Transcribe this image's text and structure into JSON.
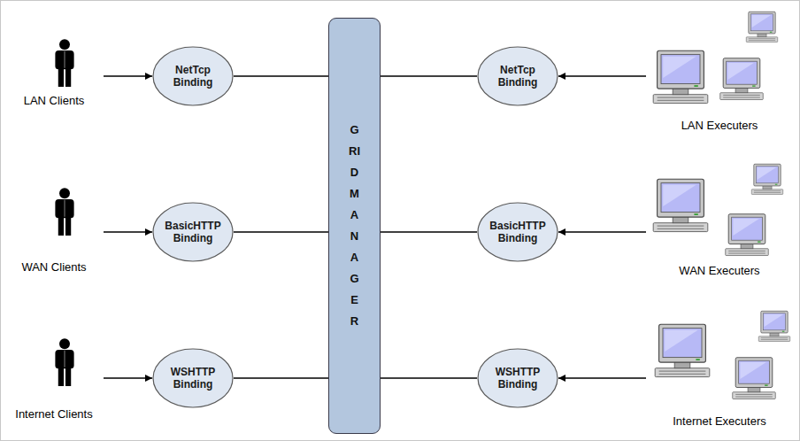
{
  "diagram": {
    "nodes": [
      {
        "text": [
          "LAN Clients"
        ]
      },
      {
        "text": [
          "NetTcp Binding"
        ]
      },
      {
        "text": [
          "GRID MANAGER"
        ]
      },
      {
        "text": [
          "NetTcp Binding"
        ]
      },
      {
        "text": [
          "LAN Executers"
        ]
      },
      {
        "text": [
          "WAN Clients"
        ]
      },
      {
        "text": [
          "BasicHTTP Binding"
        ]
      },
      {
        "text": [
          "BasicHTTP Binding"
        ]
      },
      {
        "text": [
          "WAN Executers"
        ]
      },
      {
        "text": [
          "Internet Clients"
        ]
      },
      {
        "text": [
          "WSHTTP Binding"
        ]
      },
      {
        "text": [
          "WSHTTP Binding"
        ]
      },
      {
        "text": [
          "Internet Executers"
        ]
      }
    ],
    "edges": [
      {
        "from": 0,
        "to": 1,
        "arrow": "to"
      },
      {
        "from": 1,
        "to": 2,
        "arrow": "none"
      },
      {
        "from": 2,
        "to": 3,
        "arrow": "none"
      },
      {
        "from": 4,
        "to": 3,
        "arrow": "to"
      },
      {
        "from": 5,
        "to": 6,
        "arrow": "to"
      },
      {
        "from": 6,
        "to": 2,
        "arrow": "none"
      },
      {
        "from": 2,
        "to": 7,
        "arrow": "none"
      },
      {
        "from": 8,
        "to": 7,
        "arrow": "to"
      },
      {
        "from": 9,
        "to": 10,
        "arrow": "to"
      },
      {
        "from": 10,
        "to": 2,
        "arrow": "none"
      },
      {
        "from": 2,
        "to": 11,
        "arrow": "none"
      },
      {
        "from": 12,
        "to": 11,
        "arrow": "to"
      }
    ]
  }
}
